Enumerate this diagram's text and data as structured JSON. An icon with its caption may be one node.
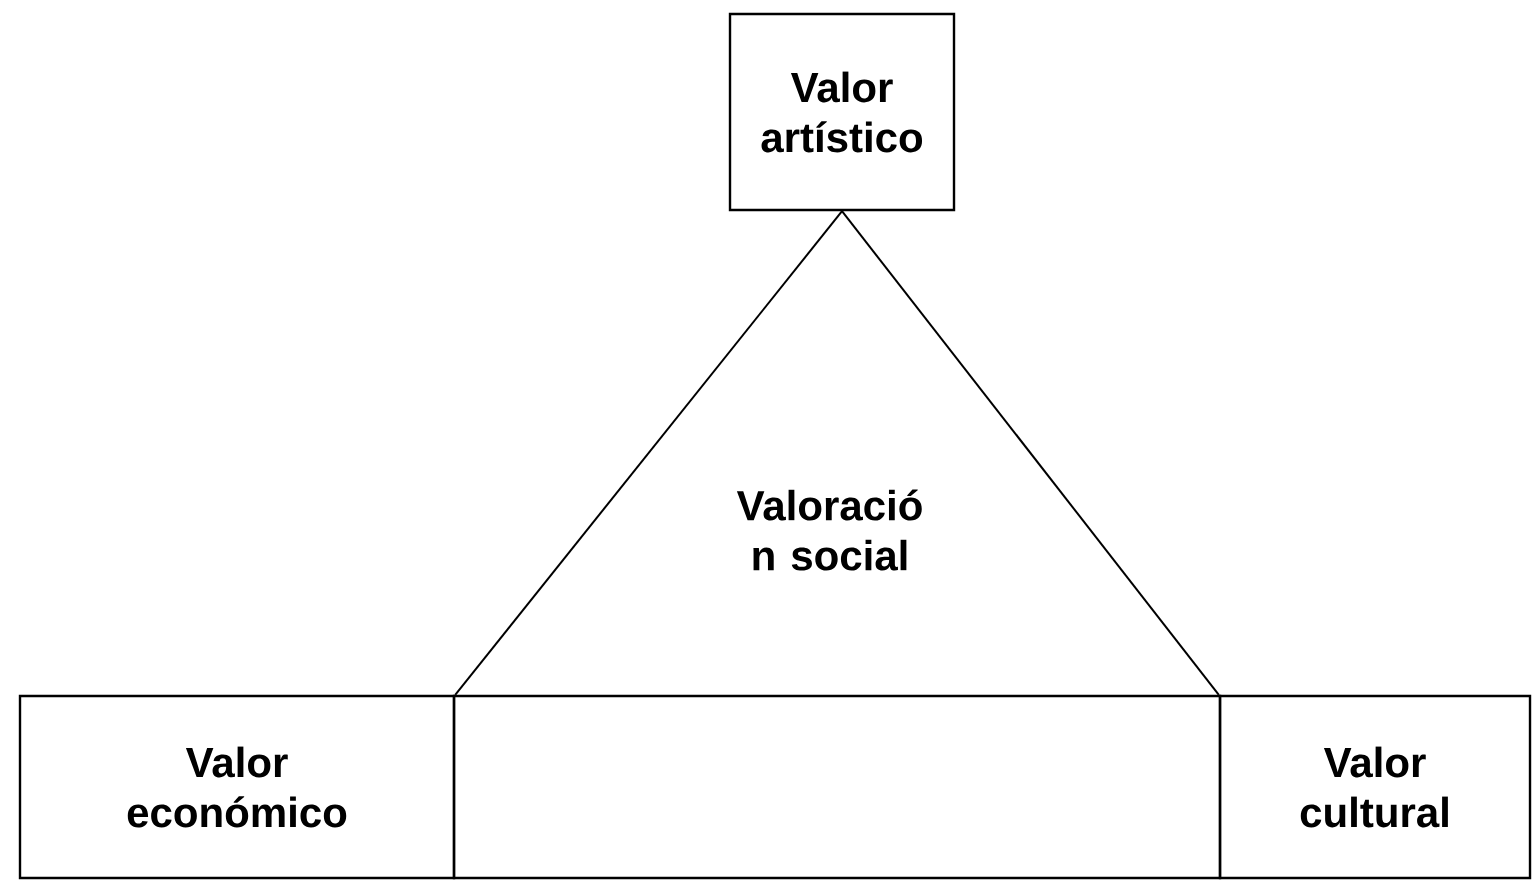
{
  "diagram": {
    "nodes": [
      {
        "text": [
          "Valor artístico"
        ]
      },
      {
        "text": [
          "Valor económico"
        ]
      },
      {
        "text": [],
        "shape": "box"
      },
      {
        "text": [
          "Valor cultural"
        ]
      }
    ],
    "edges": [
      {
        "from": 0,
        "to": 1,
        "arrow": "none"
      },
      {
        "from": 0,
        "to": 3,
        "arrow": "none"
      }
    ],
    "labels": [
      "Valoració n social"
    ]
  }
}
